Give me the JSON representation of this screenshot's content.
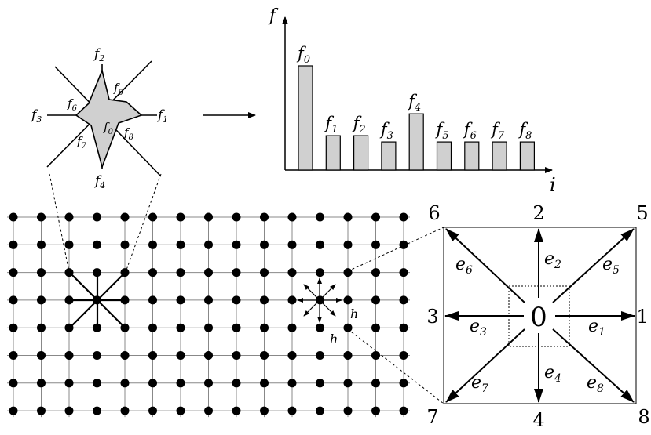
{
  "star": {
    "labels": {
      "f0": {
        "base": "f",
        "sub": "0"
      },
      "f1": {
        "base": "f",
        "sub": "1"
      },
      "f2": {
        "base": "f",
        "sub": "2"
      },
      "f3": {
        "base": "f",
        "sub": "3"
      },
      "f4": {
        "base": "f",
        "sub": "4"
      },
      "f5": {
        "base": "f",
        "sub": "5"
      },
      "f6": {
        "base": "f",
        "sub": "6"
      },
      "f7": {
        "base": "f",
        "sub": "7"
      },
      "f8": {
        "base": "f",
        "sub": "8"
      }
    }
  },
  "chart_data": {
    "type": "bar",
    "ylabel": "f",
    "xlabel": "i",
    "categories": [
      "f0",
      "f1",
      "f2",
      "f3",
      "f4",
      "f5",
      "f6",
      "f7",
      "f8"
    ],
    "values": [
      1.0,
      0.33,
      0.33,
      0.27,
      0.54,
      0.27,
      0.27,
      0.27,
      0.27
    ],
    "bar_color": "#d0d0d0",
    "category_labels": [
      {
        "base": "f",
        "sub": "0"
      },
      {
        "base": "f",
        "sub": "1"
      },
      {
        "base": "f",
        "sub": "2"
      },
      {
        "base": "f",
        "sub": "3"
      },
      {
        "base": "f",
        "sub": "4"
      },
      {
        "base": "f",
        "sub": "5"
      },
      {
        "base": "f",
        "sub": "6"
      },
      {
        "base": "f",
        "sub": "7"
      },
      {
        "base": "f",
        "sub": "8"
      }
    ]
  },
  "grid": {
    "h_label": "h",
    "v_label": "h"
  },
  "cell": {
    "center_label": "0",
    "corner_numbers": {
      "n1": "1",
      "n2": "2",
      "n3": "3",
      "n4": "4",
      "n5": "5",
      "n6": "6",
      "n7": "7",
      "n8": "8"
    },
    "vectors": {
      "e1": {
        "base": "e",
        "sub": "1"
      },
      "e2": {
        "base": "e",
        "sub": "2"
      },
      "e3": {
        "base": "e",
        "sub": "3"
      },
      "e4": {
        "base": "e",
        "sub": "4"
      },
      "e5": {
        "base": "e",
        "sub": "5"
      },
      "e6": {
        "base": "e",
        "sub": "6"
      },
      "e7": {
        "base": "e",
        "sub": "7"
      },
      "e8": {
        "base": "e",
        "sub": "8"
      }
    }
  },
  "colors": {
    "ink": "#000000",
    "fill": "#d0d0d0",
    "grid": "#888888"
  }
}
